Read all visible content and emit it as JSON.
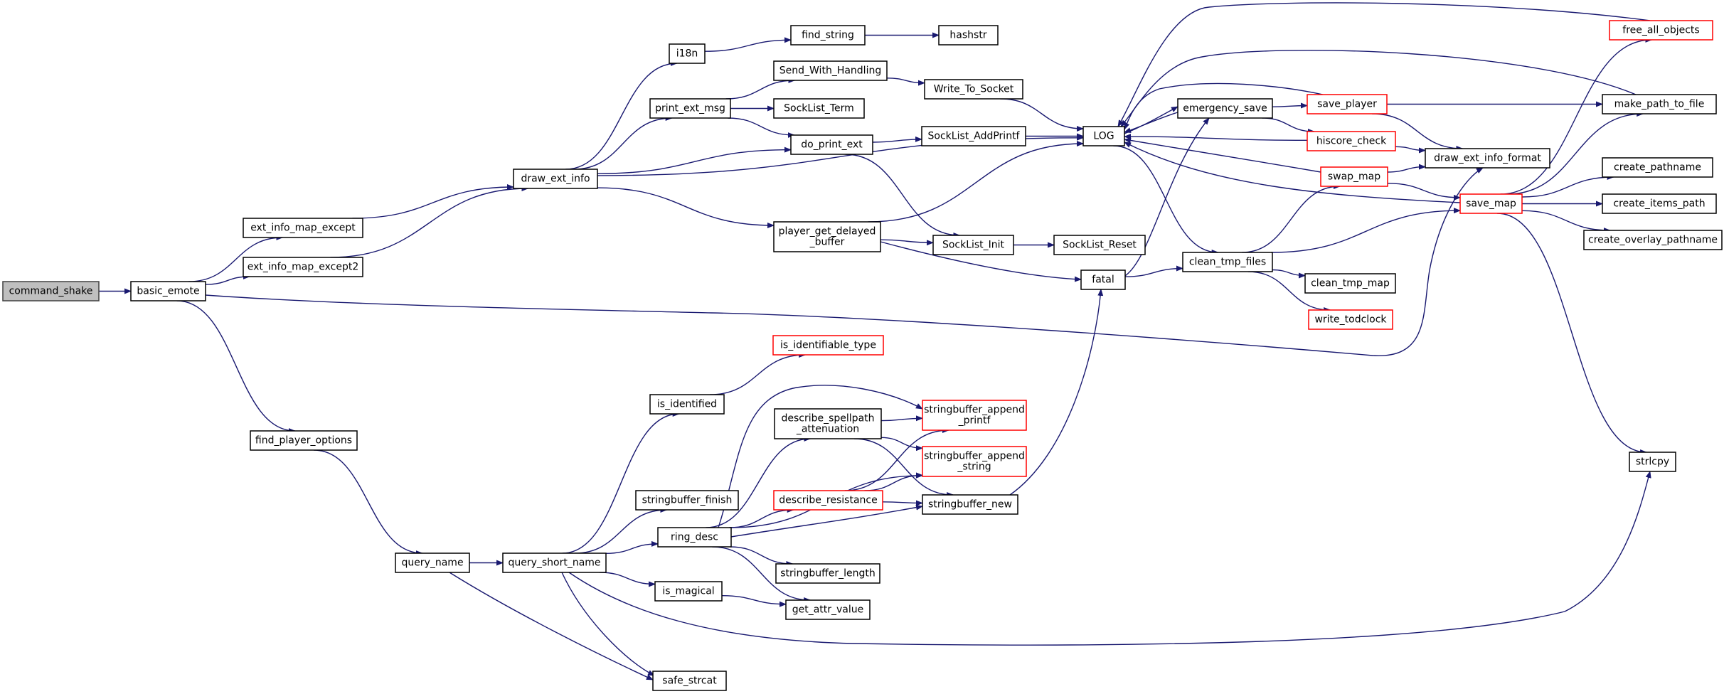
{
  "graph": {
    "edge_color": "#191970",
    "node_border": "#000000",
    "highlight_border": "#ff0000",
    "root_fill": "#bfbfbf",
    "nodes": [
      {
        "id": "command_shake",
        "lines": [
          "command_shake"
        ],
        "style": "root"
      },
      {
        "id": "basic_emote",
        "lines": [
          "basic_emote"
        ]
      },
      {
        "id": "ext_info_map_except",
        "lines": [
          "ext_info_map_except"
        ]
      },
      {
        "id": "ext_info_map_except2",
        "lines": [
          "ext_info_map_except2"
        ]
      },
      {
        "id": "find_player_options",
        "lines": [
          "find_player_options"
        ]
      },
      {
        "id": "draw_ext_info",
        "lines": [
          "draw_ext_info"
        ]
      },
      {
        "id": "i18n",
        "lines": [
          "i18n"
        ]
      },
      {
        "id": "print_ext_msg",
        "lines": [
          "print_ext_msg"
        ]
      },
      {
        "id": "find_string",
        "lines": [
          "find_string"
        ]
      },
      {
        "id": "hashstr",
        "lines": [
          "hashstr"
        ]
      },
      {
        "id": "Send_With_Handling",
        "lines": [
          "Send_With_Handling"
        ]
      },
      {
        "id": "SockList_Term",
        "lines": [
          "SockList_Term"
        ]
      },
      {
        "id": "Write_To_Socket",
        "lines": [
          "Write_To_Socket"
        ]
      },
      {
        "id": "do_print_ext",
        "lines": [
          "do_print_ext"
        ]
      },
      {
        "id": "SockList_AddPrintf",
        "lines": [
          "SockList_AddPrintf"
        ]
      },
      {
        "id": "player_get_delayed_buffer",
        "lines": [
          "player_get_delayed",
          "_buffer"
        ]
      },
      {
        "id": "SockList_Init",
        "lines": [
          "SockList_Init"
        ]
      },
      {
        "id": "SockList_Reset",
        "lines": [
          "SockList_Reset"
        ]
      },
      {
        "id": "LOG",
        "lines": [
          "LOG"
        ]
      },
      {
        "id": "fatal",
        "lines": [
          "fatal"
        ]
      },
      {
        "id": "emergency_save",
        "lines": [
          "emergency_save"
        ]
      },
      {
        "id": "clean_tmp_files",
        "lines": [
          "clean_tmp_files"
        ]
      },
      {
        "id": "clean_tmp_map",
        "lines": [
          "clean_tmp_map"
        ]
      },
      {
        "id": "write_todclock",
        "lines": [
          "write_todclock"
        ],
        "style": "red"
      },
      {
        "id": "save_player",
        "lines": [
          "save_player"
        ],
        "style": "red"
      },
      {
        "id": "hiscore_check",
        "lines": [
          "hiscore_check"
        ],
        "style": "red"
      },
      {
        "id": "swap_map",
        "lines": [
          "swap_map"
        ],
        "style": "red"
      },
      {
        "id": "free_all_objects",
        "lines": [
          "free_all_objects"
        ],
        "style": "red"
      },
      {
        "id": "make_path_to_file",
        "lines": [
          "make_path_to_file"
        ]
      },
      {
        "id": "draw_ext_info_format",
        "lines": [
          "draw_ext_info_format"
        ]
      },
      {
        "id": "save_map",
        "lines": [
          "save_map"
        ],
        "style": "red"
      },
      {
        "id": "create_pathname",
        "lines": [
          "create_pathname"
        ]
      },
      {
        "id": "create_items_path",
        "lines": [
          "create_items_path"
        ]
      },
      {
        "id": "create_overlay_pathname",
        "lines": [
          "create_overlay_pathname"
        ]
      },
      {
        "id": "strlcpy",
        "lines": [
          "strlcpy"
        ]
      },
      {
        "id": "query_name",
        "lines": [
          "query_name"
        ]
      },
      {
        "id": "query_short_name",
        "lines": [
          "query_short_name"
        ]
      },
      {
        "id": "is_identified",
        "lines": [
          "is_identified"
        ]
      },
      {
        "id": "is_identifiable_type",
        "lines": [
          "is_identifiable_type"
        ],
        "style": "red"
      },
      {
        "id": "stringbuffer_finish",
        "lines": [
          "stringbuffer_finish"
        ]
      },
      {
        "id": "ring_desc",
        "lines": [
          "ring_desc"
        ]
      },
      {
        "id": "is_magical",
        "lines": [
          "is_magical"
        ]
      },
      {
        "id": "safe_strcat",
        "lines": [
          "safe_strcat"
        ]
      },
      {
        "id": "describe_spellpath_attenuation",
        "lines": [
          "describe_spellpath",
          "_attenuation"
        ]
      },
      {
        "id": "describe_resistance",
        "lines": [
          "describe_resistance"
        ],
        "style": "red"
      },
      {
        "id": "stringbuffer_append_printf",
        "lines": [
          "stringbuffer_append",
          "_printf"
        ],
        "style": "red"
      },
      {
        "id": "stringbuffer_append_string",
        "lines": [
          "stringbuffer_append",
          "_string"
        ],
        "style": "red"
      },
      {
        "id": "stringbuffer_new",
        "lines": [
          "stringbuffer_new"
        ]
      },
      {
        "id": "stringbuffer_length",
        "lines": [
          "stringbuffer_length"
        ]
      },
      {
        "id": "get_attr_value",
        "lines": [
          "get_attr_value"
        ]
      }
    ],
    "edges": [
      [
        "command_shake",
        "basic_emote"
      ],
      [
        "basic_emote",
        "ext_info_map_except"
      ],
      [
        "basic_emote",
        "ext_info_map_except2"
      ],
      [
        "basic_emote",
        "find_player_options"
      ],
      [
        "basic_emote",
        "draw_ext_info_format"
      ],
      [
        "ext_info_map_except",
        "draw_ext_info"
      ],
      [
        "ext_info_map_except2",
        "draw_ext_info"
      ],
      [
        "draw_ext_info",
        "i18n"
      ],
      [
        "draw_ext_info",
        "print_ext_msg"
      ],
      [
        "draw_ext_info",
        "do_print_ext"
      ],
      [
        "draw_ext_info",
        "LOG"
      ],
      [
        "draw_ext_info",
        "player_get_delayed_buffer"
      ],
      [
        "i18n",
        "find_string"
      ],
      [
        "find_string",
        "hashstr"
      ],
      [
        "print_ext_msg",
        "Send_With_Handling"
      ],
      [
        "print_ext_msg",
        "SockList_Term"
      ],
      [
        "print_ext_msg",
        "do_print_ext"
      ],
      [
        "Send_With_Handling",
        "Write_To_Socket"
      ],
      [
        "Write_To_Socket",
        "LOG"
      ],
      [
        "do_print_ext",
        "SockList_AddPrintf"
      ],
      [
        "do_print_ext",
        "SockList_Init"
      ],
      [
        "SockList_AddPrintf",
        "LOG"
      ],
      [
        "player_get_delayed_buffer",
        "LOG"
      ],
      [
        "player_get_delayed_buffer",
        "SockList_Init"
      ],
      [
        "player_get_delayed_buffer",
        "fatal"
      ],
      [
        "SockList_Init",
        "SockList_Reset"
      ],
      [
        "LOG",
        "emergency_save"
      ],
      [
        "LOG",
        "clean_tmp_files"
      ],
      [
        "fatal",
        "emergency_save"
      ],
      [
        "fatal",
        "clean_tmp_files"
      ],
      [
        "emergency_save",
        "LOG"
      ],
      [
        "emergency_save",
        "save_player"
      ],
      [
        "emergency_save",
        "hiscore_check"
      ],
      [
        "save_player",
        "LOG"
      ],
      [
        "save_player",
        "make_path_to_file"
      ],
      [
        "save_player",
        "draw_ext_info_format"
      ],
      [
        "hiscore_check",
        "LOG"
      ],
      [
        "hiscore_check",
        "draw_ext_info_format"
      ],
      [
        "swap_map",
        "LOG"
      ],
      [
        "swap_map",
        "draw_ext_info_format"
      ],
      [
        "swap_map",
        "save_map"
      ],
      [
        "free_all_objects",
        "LOG"
      ],
      [
        "make_path_to_file",
        "LOG"
      ],
      [
        "clean_tmp_files",
        "swap_map"
      ],
      [
        "clean_tmp_files",
        "save_map"
      ],
      [
        "clean_tmp_files",
        "clean_tmp_map"
      ],
      [
        "clean_tmp_files",
        "write_todclock"
      ],
      [
        "save_map",
        "LOG"
      ],
      [
        "save_map",
        "free_all_objects"
      ],
      [
        "save_map",
        "make_path_to_file"
      ],
      [
        "save_map",
        "create_pathname"
      ],
      [
        "save_map",
        "create_items_path"
      ],
      [
        "save_map",
        "create_overlay_pathname"
      ],
      [
        "save_map",
        "strlcpy"
      ],
      [
        "find_player_options",
        "query_name"
      ],
      [
        "query_name",
        "query_short_name"
      ],
      [
        "query_name",
        "safe_strcat"
      ],
      [
        "query_short_name",
        "is_identified"
      ],
      [
        "query_short_name",
        "stringbuffer_finish"
      ],
      [
        "query_short_name",
        "ring_desc"
      ],
      [
        "query_short_name",
        "is_magical"
      ],
      [
        "query_short_name",
        "safe_strcat"
      ],
      [
        "query_short_name",
        "strlcpy"
      ],
      [
        "is_identified",
        "is_identifiable_type"
      ],
      [
        "ring_desc",
        "describe_spellpath_attenuation"
      ],
      [
        "ring_desc",
        "stringbuffer_append_printf"
      ],
      [
        "ring_desc",
        "stringbuffer_append_string"
      ],
      [
        "ring_desc",
        "describe_resistance"
      ],
      [
        "ring_desc",
        "stringbuffer_new"
      ],
      [
        "ring_desc",
        "stringbuffer_length"
      ],
      [
        "ring_desc",
        "get_attr_value"
      ],
      [
        "is_magical",
        "get_attr_value"
      ],
      [
        "describe_spellpath_attenuation",
        "stringbuffer_append_printf"
      ],
      [
        "describe_spellpath_attenuation",
        "stringbuffer_append_string"
      ],
      [
        "describe_spellpath_attenuation",
        "stringbuffer_new"
      ],
      [
        "describe_resistance",
        "stringbuffer_append_printf"
      ],
      [
        "describe_resistance",
        "stringbuffer_append_string"
      ],
      [
        "describe_resistance",
        "stringbuffer_new"
      ],
      [
        "stringbuffer_new",
        "fatal"
      ]
    ]
  }
}
